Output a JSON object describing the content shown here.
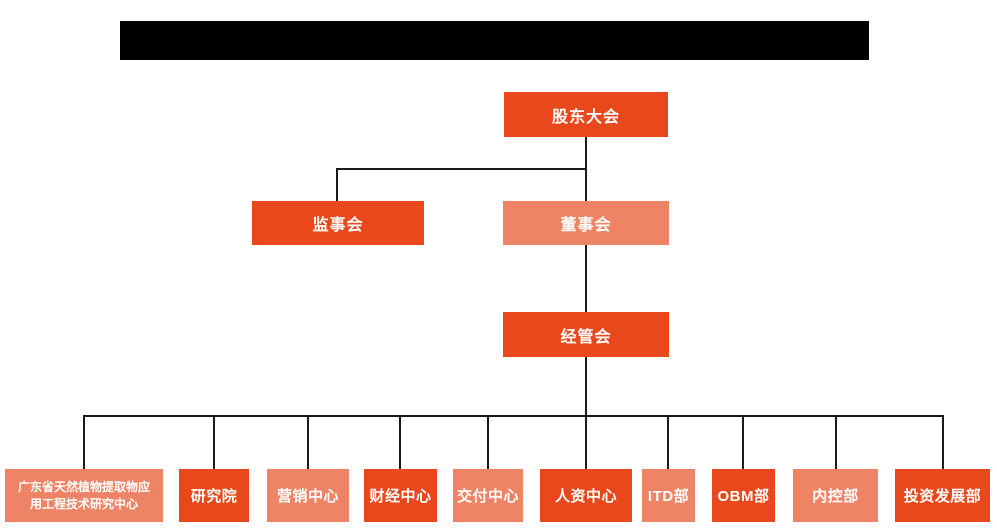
{
  "colors": {
    "primary": "#e8481b",
    "secondary": "#ee8465",
    "line": "#1a1a1a",
    "node_text": "#ffffff"
  },
  "title_bar": {
    "redacted": true,
    "text": ""
  },
  "org_chart": {
    "type": "organization-chart",
    "nodes": [
      {
        "id": "shareholders-meeting",
        "label": "股东大会",
        "level": 1,
        "parent": null,
        "style": "primary"
      },
      {
        "id": "supervisory-board",
        "label": "监事会",
        "level": 2,
        "parent": "shareholders-meeting",
        "style": "primary"
      },
      {
        "id": "board-of-directors",
        "label": "董事会",
        "level": 2,
        "parent": "shareholders-meeting",
        "style": "secondary"
      },
      {
        "id": "management-committee",
        "label": "经管会",
        "level": 3,
        "parent": "board-of-directors",
        "style": "primary"
      },
      {
        "id": "gd-natural-plant-extract-research-center",
        "label": "广东省天然植物提取物应用工程技术研究中心",
        "level": 4,
        "parent": "management-committee",
        "style": "secondary"
      },
      {
        "id": "research-institute",
        "label": "研究院",
        "level": 4,
        "parent": "management-committee",
        "style": "primary"
      },
      {
        "id": "marketing-center",
        "label": "营销中心",
        "level": 4,
        "parent": "management-committee",
        "style": "secondary"
      },
      {
        "id": "finance-center",
        "label": "财经中心",
        "level": 4,
        "parent": "management-committee",
        "style": "primary"
      },
      {
        "id": "delivery-center",
        "label": "交付中心",
        "level": 4,
        "parent": "management-committee",
        "style": "secondary"
      },
      {
        "id": "hr-center",
        "label": "人资中心",
        "level": 4,
        "parent": "management-committee",
        "style": "primary"
      },
      {
        "id": "itd-department",
        "label": "ITD部",
        "level": 4,
        "parent": "management-committee",
        "style": "secondary"
      },
      {
        "id": "obm-department",
        "label": "OBM部",
        "level": 4,
        "parent": "management-committee",
        "style": "primary"
      },
      {
        "id": "internal-control-department",
        "label": "内控部",
        "level": 4,
        "parent": "management-committee",
        "style": "secondary"
      },
      {
        "id": "investment-development-department",
        "label": "投资发展部",
        "level": 4,
        "parent": "management-committee",
        "style": "primary"
      }
    ]
  }
}
